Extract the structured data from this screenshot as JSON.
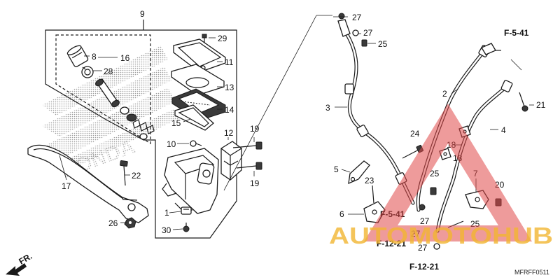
{
  "diagram": {
    "callouts": [
      "1",
      "2",
      "3",
      "4",
      "5",
      "6",
      "7",
      "8",
      "9",
      "10",
      "11",
      "12",
      "13",
      "14",
      "15",
      "16",
      "17",
      "18",
      "19",
      "20",
      "21",
      "22",
      "23",
      "24",
      "25",
      "26",
      "27",
      "28",
      "29",
      "30"
    ],
    "references": [
      "F-5-41",
      "F-12-21"
    ],
    "direction_label": "FR.",
    "diagram_code": "MFRFF0511",
    "background_brand": "HONDA",
    "watermark": "AUTOMOTOHUB"
  },
  "colors": {
    "line": "#1a1a1a",
    "watermark_red": "#e04848",
    "watermark_orange": "#f2b632",
    "watermark_gray": "#6d6d6d"
  }
}
